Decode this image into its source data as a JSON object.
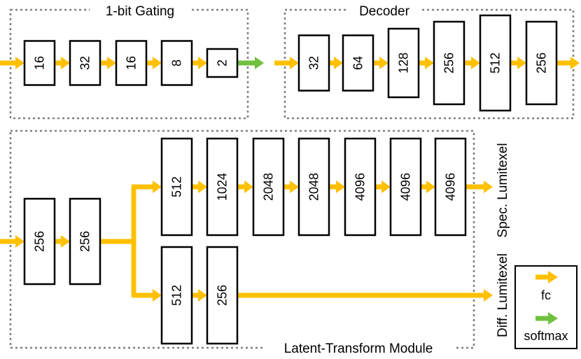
{
  "colors": {
    "fc": "#FFC000",
    "softmax": "#70C040",
    "border": "#7f7f7f"
  },
  "groups": {
    "gating": {
      "title": "1-bit Gating",
      "layers": [
        "16",
        "32",
        "16",
        "8",
        "2"
      ]
    },
    "decoder": {
      "title": "Decoder",
      "layers": [
        "32",
        "64",
        "128",
        "256",
        "512",
        "256"
      ]
    },
    "latent": {
      "title": "Latent-Transform Module",
      "trunk_layers": [
        "256",
        "256"
      ],
      "spec_layers": [
        "512",
        "1024",
        "2048",
        "2048",
        "4096",
        "4096",
        "4096"
      ],
      "diff_layers": [
        "512",
        "256"
      ]
    }
  },
  "outputs": {
    "spec": "Spec. Lumitexel",
    "diff": "Diff. Lumitexel"
  },
  "legend": {
    "fc_label": "fc",
    "fc_icon": "yellow-arrow",
    "softmax_label": "softmax",
    "softmax_icon": "green-arrow"
  }
}
